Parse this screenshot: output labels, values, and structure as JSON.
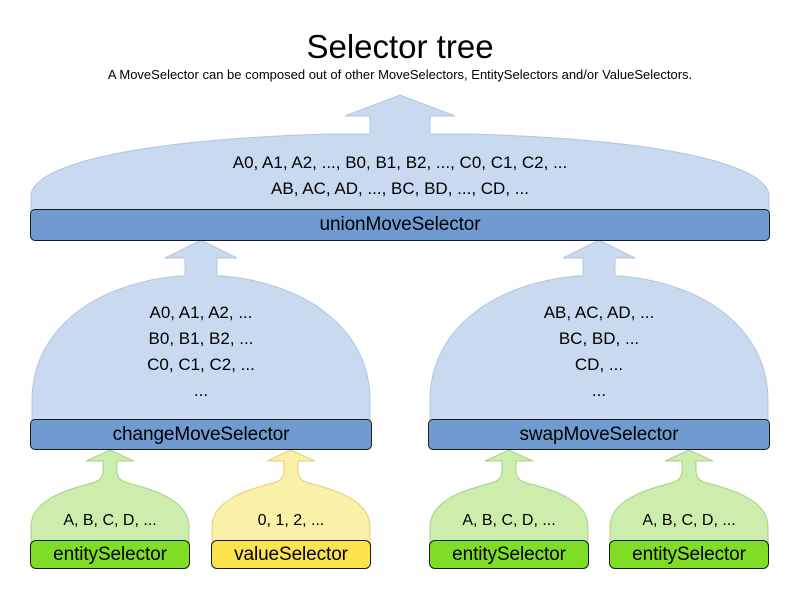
{
  "header": {
    "title": "Selector tree",
    "subtitle": "A MoveSelector can be composed out of other MoveSelectors, EntitySelectors and/or ValueSelectors."
  },
  "colors": {
    "background": "#ffffff",
    "move_selector_body": "#c9d9ef",
    "move_selector_bar": "#6f9bd1",
    "entity_selector_body": "#cdedac",
    "entity_selector_bar": "#7fdd26",
    "value_selector_body": "#fbf0a8",
    "value_selector_bar": "#fbe44e",
    "outline": "#1a1a1a",
    "text": "#000000"
  },
  "nodes": {
    "union": {
      "label": "unionMoveSelector",
      "kind": "move-selector",
      "lines": [
        "A0, A1, A2, ..., B0, B1, B2, ..., C0, C1, C2, ...",
        "AB, AC, AD, ..., BC, BD, ..., CD, ..."
      ]
    },
    "change": {
      "label": "changeMoveSelector",
      "kind": "move-selector",
      "lines": [
        "A0, A1, A2, ...",
        "B0, B1, B2, ...",
        "C0, C1, C2, ...",
        "..."
      ]
    },
    "swap": {
      "label": "swapMoveSelector",
      "kind": "move-selector",
      "lines": [
        "AB, AC, AD, ...",
        "BC, BD, ...",
        "CD, ...",
        "..."
      ]
    },
    "leaf1": {
      "label": "entitySelector",
      "kind": "entity-selector",
      "lines": [
        "A, B, C, D, ..."
      ]
    },
    "leaf2": {
      "label": "valueSelector",
      "kind": "value-selector",
      "lines": [
        "0, 1, 2, ..."
      ]
    },
    "leaf3": {
      "label": "entitySelector",
      "kind": "entity-selector",
      "lines": [
        "A, B, C, D, ..."
      ]
    },
    "leaf4": {
      "label": "entitySelector",
      "kind": "entity-selector",
      "lines": [
        "A, B, C, D, ..."
      ]
    }
  }
}
